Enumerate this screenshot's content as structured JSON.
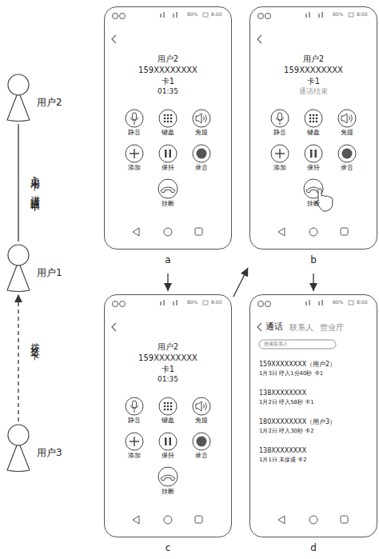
{
  "diagram": {
    "nodes": [
      {
        "text": [
          "用户2"
        ]
      },
      {
        "text": [
          "用户1"
        ]
      },
      {
        "text": [
          "用户3"
        ]
      },
      {
        "text": [
          "80%",
          "8:00",
          "用户2",
          "159XXXXXXXX",
          "卡1",
          "01:35",
          "静音",
          "键盘",
          "免提",
          "添加",
          "保持",
          "录音",
          "挂断",
          "a"
        ]
      },
      {
        "text": [
          "80%",
          "8:00",
          "用户2",
          "159XXXXXXXX",
          "卡1",
          "通话结束",
          "静音",
          "键盘",
          "免提",
          "添加",
          "保持",
          "录音",
          "挂断",
          "b"
        ]
      },
      {
        "text": [
          "80%",
          "8:00",
          "用户2",
          "159XXXXXXXX",
          "卡1",
          "01:35",
          "静音",
          "键盘",
          "免提",
          "添加",
          "保持",
          "录音",
          "挂断",
          "c"
        ]
      },
      {
        "text": [
          "80%",
          "8:00",
          "通话",
          "联系人",
          "营业厅",
          "搜索联系人",
          "159XXXXXXXX（用户2）",
          "1月3日 呼入1分40秒 卡1",
          "138XXXXXXXX",
          "1月2日 呼入58秒 卡1",
          "180XXXXXXXX（用户3）",
          "1月2日 呼入30秒 卡2",
          "138XXXXXXXX",
          "1月1日 未接通 卡2",
          "d"
        ]
      }
    ],
    "edges": [
      {
        "from": 0,
        "to": 1,
        "arrow": "none",
        "label": "采用卡1进行通话中"
      },
      {
        "from": 2,
        "to": 1,
        "arrow": "to",
        "label": "拨打卡2"
      },
      {
        "from": 3,
        "to": 5,
        "arrow": "to"
      },
      {
        "from": 5,
        "to": 4,
        "arrow": "to"
      },
      {
        "from": 4,
        "to": 6,
        "arrow": "to"
      }
    ]
  }
}
